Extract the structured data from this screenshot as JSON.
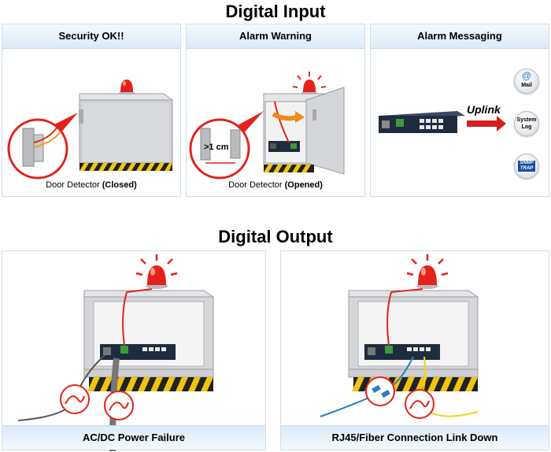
{
  "input_section": {
    "title": "Digital Input",
    "panels": [
      {
        "title": "Security OK!!",
        "caption_prefix": "Door Detector ",
        "caption_state": "(Closed)"
      },
      {
        "title": "Alarm Warning",
        "caption_prefix": "Door Detector ",
        "caption_state": "(Opened)",
        "gap_label": ">1 cm"
      },
      {
        "title": "Alarm Messaging",
        "uplink_label": "Uplink",
        "icons": [
          {
            "name": "mail-icon",
            "label": "Mail"
          },
          {
            "name": "system-log-icon",
            "label": "System Log"
          },
          {
            "name": "snmp-trap-icon",
            "label": "SNMP TRAP"
          }
        ]
      }
    ]
  },
  "output_section": {
    "title": "Digital Output",
    "panels": [
      {
        "title": "AC/DC Power Failure"
      },
      {
        "title": "RJ45/Fiber Connection Link Down"
      }
    ]
  },
  "colors": {
    "panel_border": "#cfe0ef",
    "panel_header": "#dcebf7",
    "alarm_red": "#e3231b",
    "cabinet_gray": "#d8d9db",
    "switch_navy": "#1f2b3f",
    "hazard_yellow": "#f1c40f"
  }
}
